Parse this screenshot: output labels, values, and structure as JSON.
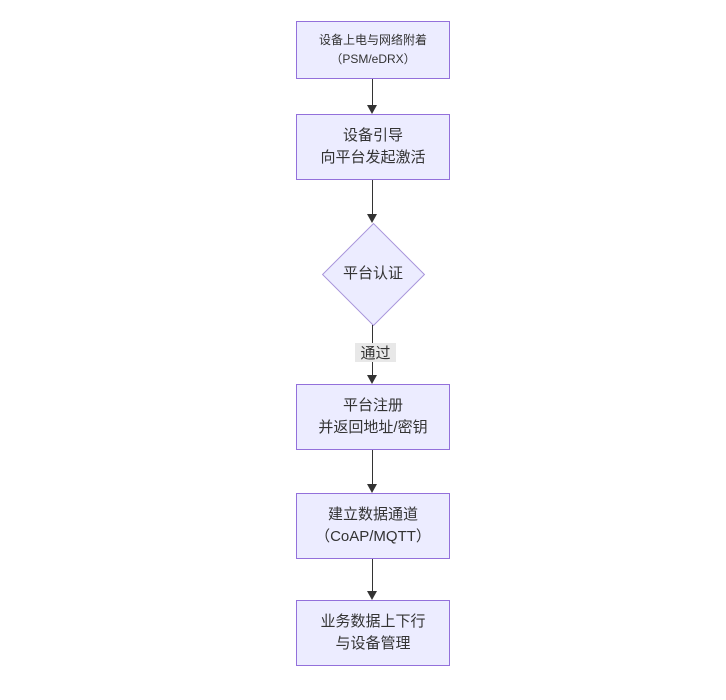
{
  "diagram": {
    "type": "flowchart",
    "direction": "top-down",
    "background": "#ffffff"
  },
  "colors": {
    "node_fill": "#ECECFF",
    "node_border": "#9370DB",
    "diamond_border": "#a894da",
    "edge_color": "#333333",
    "edge_label_bg": "#e8e8e8",
    "text_color": "#333333"
  },
  "nodes": [
    {
      "id": "power-attach",
      "shape": "rect",
      "label": "设备上电与网络附着\n（PSM/eDRX）"
    },
    {
      "id": "bootstrap",
      "shape": "rect",
      "label": "设备引导\n向平台发起激活"
    },
    {
      "id": "platform-auth",
      "shape": "diamond",
      "label": "平台认证"
    },
    {
      "id": "platform-register",
      "shape": "rect",
      "label": "平台注册\n并返回地址/密钥"
    },
    {
      "id": "data-channel",
      "shape": "rect",
      "label": "建立数据通道\n（CoAP/MQTT）"
    },
    {
      "id": "business-data",
      "shape": "rect",
      "label": "业务数据上下行\n与设备管理"
    }
  ],
  "edges": [
    {
      "from": "power-attach",
      "to": "bootstrap",
      "label": ""
    },
    {
      "from": "bootstrap",
      "to": "platform-auth",
      "label": ""
    },
    {
      "from": "platform-auth",
      "to": "platform-register",
      "label": "通过"
    },
    {
      "from": "platform-register",
      "to": "data-channel",
      "label": ""
    },
    {
      "from": "data-channel",
      "to": "business-data",
      "label": ""
    }
  ]
}
